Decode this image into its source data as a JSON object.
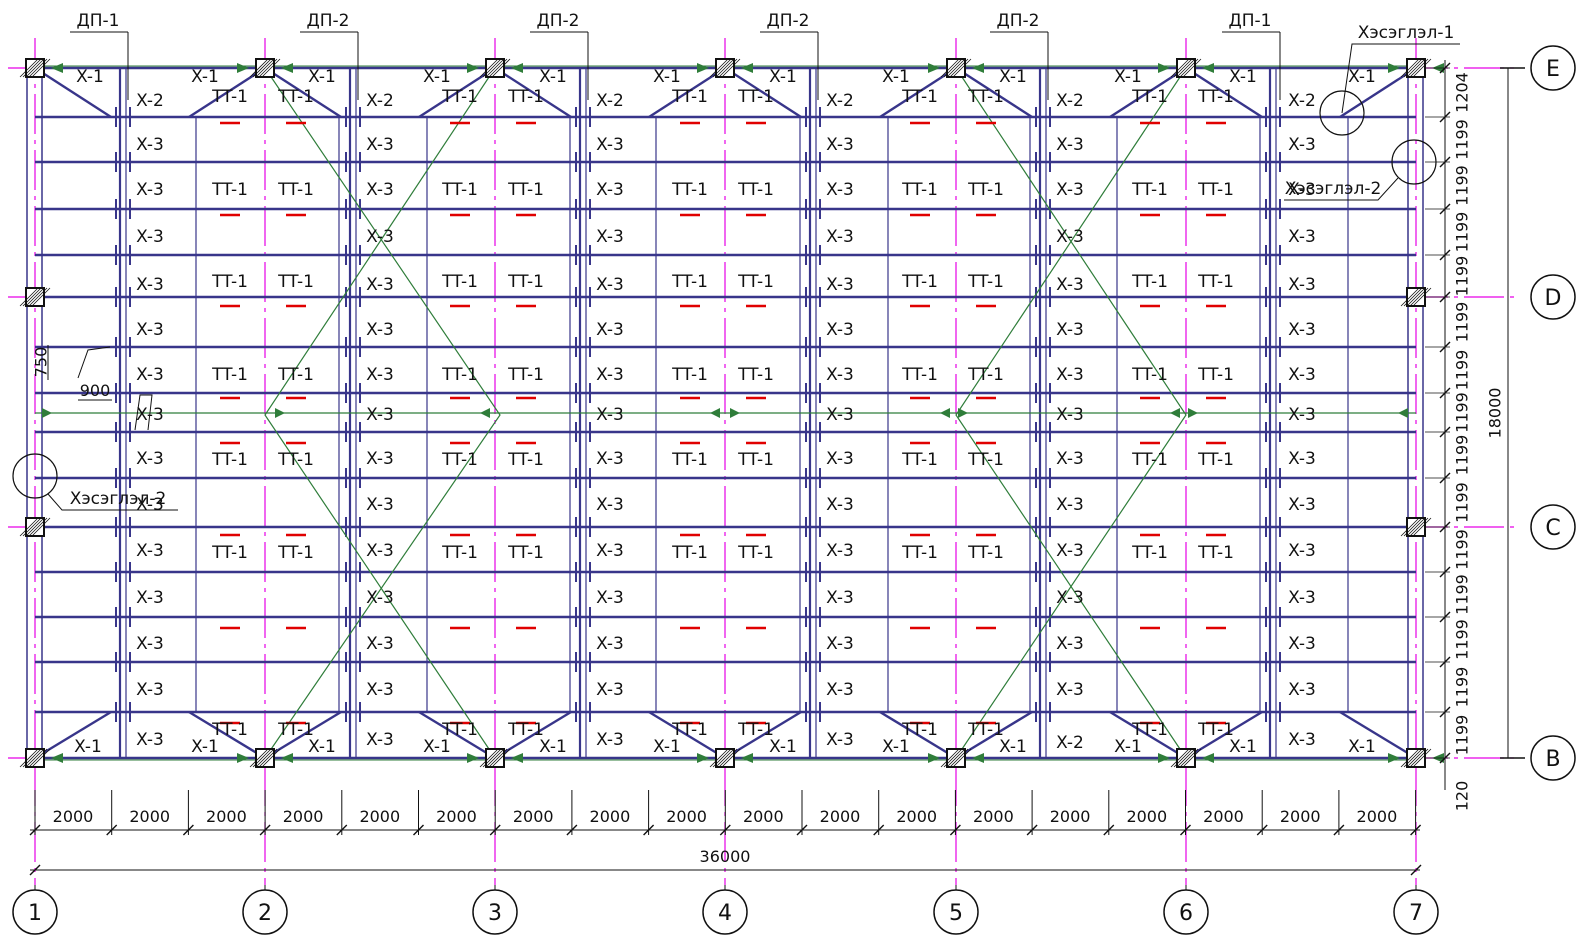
{
  "axes": {
    "columns": [
      "1",
      "2",
      "3",
      "4",
      "5",
      "6",
      "7"
    ],
    "rows": [
      "E",
      "D",
      "C",
      "B"
    ]
  },
  "callouts": [
    "ДП-1",
    "ДП-2",
    "ДП-2",
    "ДП-2",
    "ДП-2",
    "ДП-1"
  ],
  "nodes": {
    "node1": "Хэсэглэл-1",
    "node2_right": "Хэсэглэл-2",
    "node2_left": "Хэсэглэл-2"
  },
  "labels": {
    "x1": "X-1",
    "x2": "X-2",
    "x3": "X-3",
    "tt1": "TT-1"
  },
  "dims": {
    "span": "2000",
    "total_length": "36000",
    "total_height": "18000",
    "row_first": "1204",
    "row_std": "1199",
    "edge": "120",
    "detail_w": "900",
    "detail_h": "750"
  },
  "colors": {
    "purlin": "#38358a",
    "axis": "#e600e6",
    "brace": "#2f7d3a",
    "mark": "#e00000"
  }
}
